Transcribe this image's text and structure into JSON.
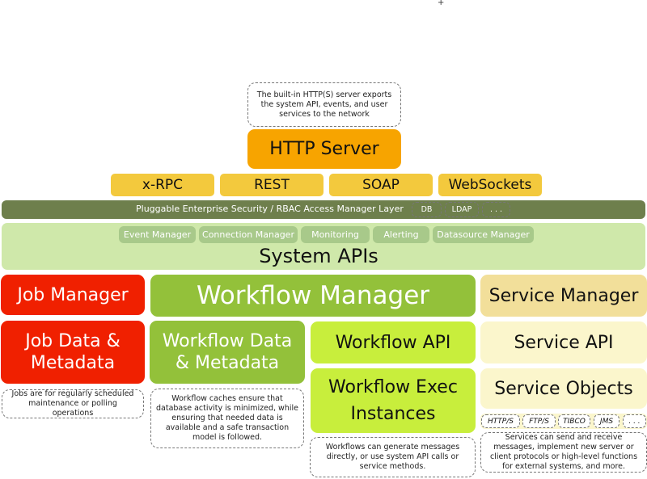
{
  "http_note": "The built-in HTTP(S) server exports the system API, events, and user services to the network",
  "http_server": "HTTP Server",
  "protocols": [
    "x-RPC",
    "REST",
    "SOAP",
    "WebSockets"
  ],
  "security": {
    "label": "Pluggable Enterprise Security / RBAC Access Manager Layer",
    "chips": [
      "DB",
      "LDAP",
      ". . ."
    ]
  },
  "system": {
    "title": "System APIs",
    "components": [
      "Event Manager",
      "Connection Manager",
      "Monitoring",
      "Alerting",
      "Datasource Manager"
    ]
  },
  "job": {
    "manager": "Job Manager",
    "data": "Job Data & Metadata",
    "note": "Jobs are for regularly scheduled maintenance or polling operations"
  },
  "workflow": {
    "manager": "Workflow Manager",
    "data": "Workflow Data & Metadata",
    "api": "Workflow API",
    "exec": "Workflow Exec Instances",
    "data_note": "Workflow caches ensure that database activity is minimized, while ensuring that needed data is available and a safe transaction model is followed.",
    "exec_note": "Workflows can generate messages directly, or use system API calls or service methods."
  },
  "service": {
    "manager": "Service Manager",
    "api": "Service API",
    "objects": "Service Objects",
    "protocols": [
      "HTTP/S",
      "FTP/S",
      "TIBCO",
      "JMS",
      ". . ."
    ],
    "note": "Services can send and receive messages, implement new server or client protocols or high-level functions for external systems, and more."
  },
  "colors": {
    "orange": "#f7a400",
    "yellow": "#f3c93d",
    "security_bar": "#6e7f4c",
    "system_bg": "#cfe8aa",
    "job_red": "#f02000",
    "workflow_green": "#93c13a",
    "workflow_light": "#c8ee3c",
    "service_tan": "#f2df9a",
    "service_cream": "#fbf6cc"
  }
}
